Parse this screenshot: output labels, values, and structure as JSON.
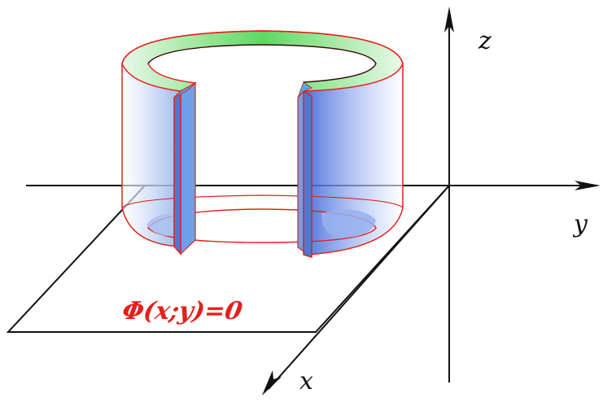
{
  "axes": {
    "z_label": "z",
    "y_label": "y",
    "x_label": "x"
  },
  "equation": "Φ(x;y)=0",
  "colors": {
    "axis": "#111111",
    "cylinder_edge": "#e3201b",
    "cylinder_fill": "#9bb3ee",
    "top_band": "#46d146",
    "slab": "#5b8ee0",
    "equation": "#e3201b"
  }
}
